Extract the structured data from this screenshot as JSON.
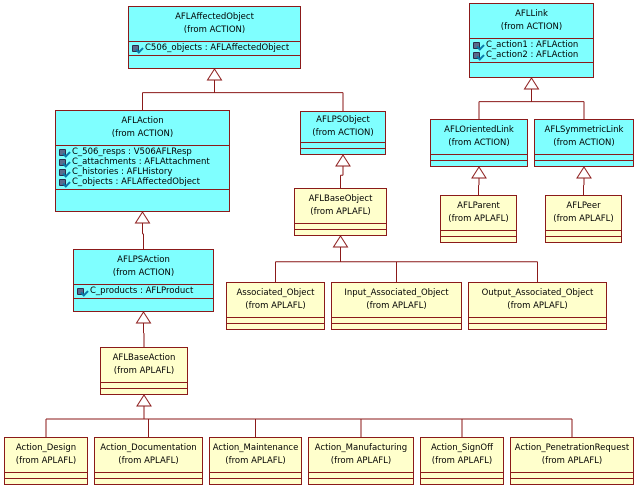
{
  "classes": {
    "affected_object": {
      "name": "AFLAffectedObject",
      "from": "(from ACTION)",
      "attrs": [
        "C506_objects : AFLAffectedObject"
      ]
    },
    "link": {
      "name": "AFLLink",
      "from": "(from ACTION)",
      "attrs": [
        "C_action1 : AFLAction",
        "C_action2 : AFLAction"
      ]
    },
    "action": {
      "name": "AFLAction",
      "from": "(from ACTION)",
      "attrs": [
        "C_506_resps : V506AFLResp",
        "C_attachments : AFLAttachment",
        "C_histories : AFLHistory",
        "C_objects : AFLAffectedObject"
      ]
    },
    "ps_object": {
      "name": "AFLPSObject",
      "from": "(from ACTION)"
    },
    "oriented_link": {
      "name": "AFLOrientedLink",
      "from": "(from ACTION)"
    },
    "symmetric_link": {
      "name": "AFLSymmetricLink",
      "from": "(from ACTION)"
    },
    "base_object": {
      "name": "AFLBaseObject",
      "from": "(from APLAFL)"
    },
    "parent": {
      "name": "AFLParent",
      "from": "(from APLAFL)"
    },
    "peer": {
      "name": "AFLPeer",
      "from": "(from APLAFL)"
    },
    "ps_action": {
      "name": "AFLPSAction",
      "from": "(from ACTION)",
      "attrs": [
        "C_products : AFLProduct"
      ]
    },
    "associated_object": {
      "name": "Associated_Object",
      "from": "(from APLAFL)"
    },
    "input_associated_object": {
      "name": "Input_Associated_Object",
      "from": "(from APLAFL)"
    },
    "output_associated_object": {
      "name": "Output_Associated_Object",
      "from": "(from APLAFL)"
    },
    "base_action": {
      "name": "AFLBaseAction",
      "from": "(from APLAFL)"
    },
    "action_design": {
      "name": "Action_Design",
      "from": "(from APLAFL)"
    },
    "action_documentation": {
      "name": "Action_Documentation",
      "from": "(from APLAFL)"
    },
    "action_maintenance": {
      "name": "Action_Maintenance",
      "from": "(from APLAFL)"
    },
    "action_manufacturing": {
      "name": "Action_Manufacturing",
      "from": "(from APLAFL)"
    },
    "action_signoff": {
      "name": "Action_SignOff",
      "from": "(from APLAFL)"
    },
    "action_penetration_request": {
      "name": "Action_PenetrationRequest",
      "from": "(from APLAFL)"
    }
  },
  "colors": {
    "persistent_class_fill": "#7fffff",
    "utility_class_fill": "#ffffcc",
    "border": "#8b1a1a",
    "line": "#8b1a1a"
  },
  "icons": {
    "attribute": "protected-attribute-icon"
  },
  "generalizations": [
    [
      "action",
      "affected_object"
    ],
    [
      "ps_object",
      "affected_object"
    ],
    [
      "oriented_link",
      "link"
    ],
    [
      "symmetric_link",
      "link"
    ],
    [
      "ps_action",
      "action"
    ],
    [
      "base_object",
      "ps_object"
    ],
    [
      "parent",
      "oriented_link"
    ],
    [
      "peer",
      "symmetric_link"
    ],
    [
      "base_action",
      "ps_action"
    ],
    [
      "associated_object",
      "base_object"
    ],
    [
      "input_associated_object",
      "base_object"
    ],
    [
      "output_associated_object",
      "base_object"
    ],
    [
      "action_design",
      "base_action"
    ],
    [
      "action_documentation",
      "base_action"
    ],
    [
      "action_maintenance",
      "base_action"
    ],
    [
      "action_manufacturing",
      "base_action"
    ],
    [
      "action_signoff",
      "base_action"
    ],
    [
      "action_penetration_request",
      "base_action"
    ]
  ]
}
